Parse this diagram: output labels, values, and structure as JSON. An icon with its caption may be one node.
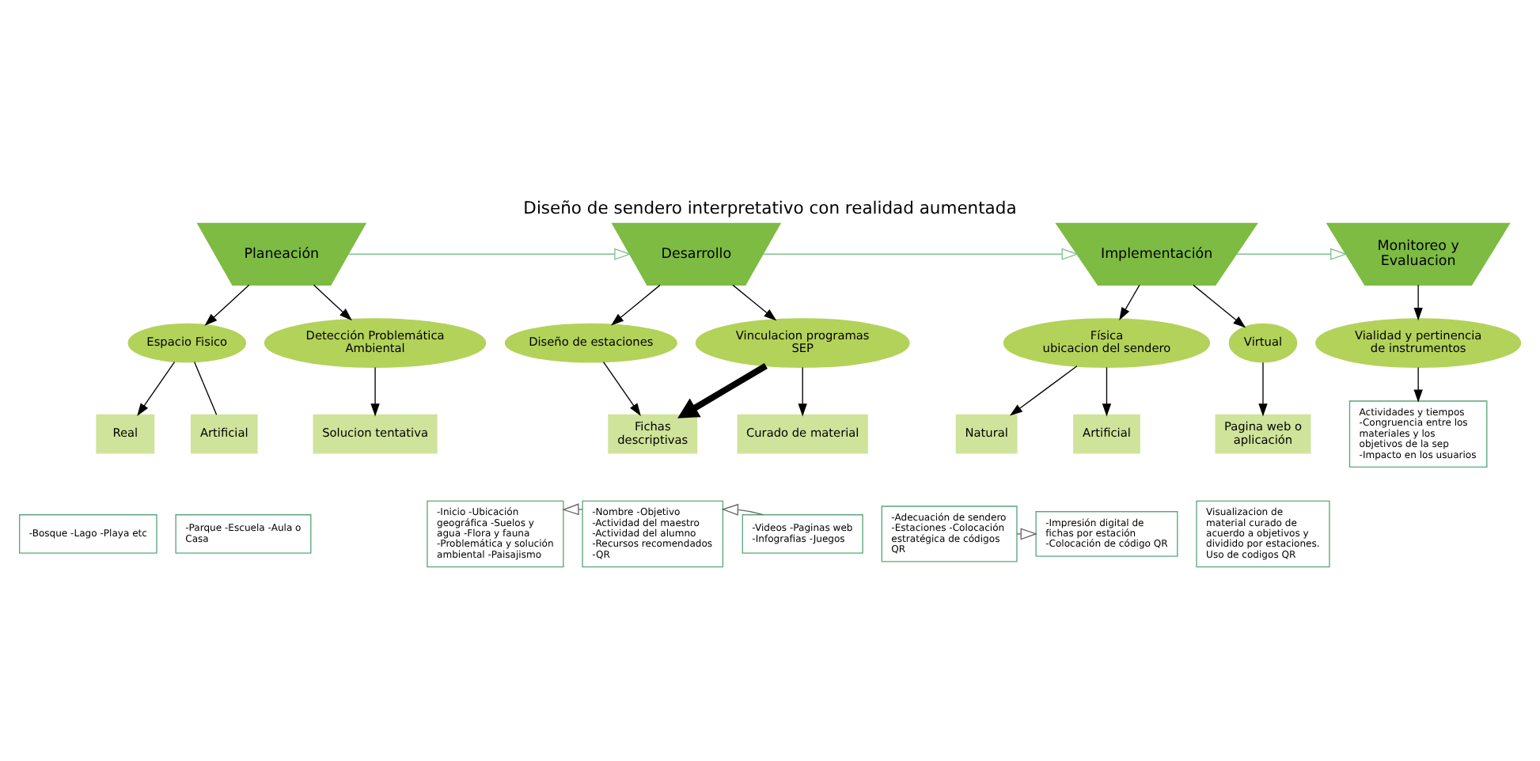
{
  "diagram": {
    "title": "Diseño de sendero interpretativo con realidad aumentada",
    "nodes": [
      {
        "text": [
          "Planeación"
        ]
      },
      {
        "text": [
          "Desarrollo"
        ]
      },
      {
        "text": [
          "Implementación"
        ]
      },
      {
        "text": [
          "Monitoreo y Evaluacion"
        ]
      },
      {
        "text": [
          "Espacio Fisico"
        ]
      },
      {
        "text": [
          "Detección Problemática Ambiental"
        ]
      },
      {
        "text": [
          "Diseño de estaciones"
        ]
      },
      {
        "text": [
          "Vinculacion programas SEP"
        ]
      },
      {
        "text": [
          "Física",
          "ubicacion del sendero"
        ]
      },
      {
        "text": [
          "Virtual"
        ]
      },
      {
        "text": [
          "Vialidad y pertinencia de instrumentos"
        ]
      },
      {
        "text": [
          "Real"
        ]
      },
      {
        "text": [
          "Artificial"
        ]
      },
      {
        "text": [
          "Solucion tentativa"
        ]
      },
      {
        "text": [
          "Fichas descriptivas"
        ]
      },
      {
        "text": [
          "Curado de material"
        ]
      },
      {
        "text": [
          "Natural"
        ]
      },
      {
        "text": [
          "Artificial"
        ]
      },
      {
        "text": [
          "Pagina web o aplicación"
        ]
      },
      {
        "text": [
          "Actividades y tiempos",
          "-Congruencia entre los materiales y los objetivos de la sep -Impacto en los usuarios"
        ]
      },
      {
        "text": [
          "-Bosque -Lago -Playa etc"
        ]
      },
      {
        "text": [
          "-Parque -Escuela -Aula o Casa"
        ]
      },
      {
        "text": [
          "-Inicio -Ubicación geográfica -Suelos y agua -Flora y fauna -Problemática y solución ambiental -Paisajismo"
        ]
      },
      {
        "text": [
          "-Nombre -Objetivo -Actividad del maestro -Actividad del alumno -Recursos recomendados -QR"
        ]
      },
      {
        "text": [
          "-Videos -Paginas web -Infografias -Juegos"
        ]
      },
      {
        "text": [
          "-Adecuación de sendero -Estaciones -Colocación estratégica de códigos QR"
        ]
      },
      {
        "text": [
          "-Impresión digital de fichas por estación -Colocación de código QR"
        ]
      },
      {
        "text": [
          "Visualizacion de material curado de acuerdo a objetivos y dividido por estaciones. Uso de codigos QR"
        ]
      }
    ],
    "edges": [
      {
        "from": 0,
        "to": 1,
        "arrow": "to",
        "color": "#7fbf8f"
      },
      {
        "from": 1,
        "to": 2,
        "arrow": "to",
        "color": "#7fbf8f"
      },
      {
        "from": 2,
        "to": 3,
        "arrow": "to",
        "color": "#7fbf8f"
      },
      {
        "from": 0,
        "to": 4,
        "arrow": "to"
      },
      {
        "from": 0,
        "to": 5,
        "arrow": "to"
      },
      {
        "from": 4,
        "to": 11,
        "arrow": "to"
      },
      {
        "from": 4,
        "to": 12,
        "arrow": "none"
      },
      {
        "from": 5,
        "to": 13,
        "arrow": "to"
      },
      {
        "from": 1,
        "to": 6,
        "arrow": "to"
      },
      {
        "from": 1,
        "to": 7,
        "arrow": "to"
      },
      {
        "from": 6,
        "to": 14,
        "arrow": "to"
      },
      {
        "from": 7,
        "to": 14,
        "arrow": "to",
        "style": "thick"
      },
      {
        "from": 7,
        "to": 15,
        "arrow": "to"
      },
      {
        "from": 24,
        "to": 23,
        "arrow": "to",
        "color": "#666666"
      },
      {
        "from": 23,
        "to": 22,
        "arrow": "to",
        "color": "#666666"
      },
      {
        "from": 2,
        "to": 8,
        "arrow": "to"
      },
      {
        "from": 2,
        "to": 9,
        "arrow": "to"
      },
      {
        "from": 8,
        "to": 16,
        "arrow": "to"
      },
      {
        "from": 8,
        "to": 17,
        "arrow": "to"
      },
      {
        "from": 9,
        "to": 18,
        "arrow": "to"
      },
      {
        "from": 25,
        "to": 26,
        "arrow": "to",
        "color": "#666666"
      },
      {
        "from": 3,
        "to": 10,
        "arrow": "to"
      },
      {
        "from": 10,
        "to": 19,
        "arrow": "to"
      }
    ]
  }
}
